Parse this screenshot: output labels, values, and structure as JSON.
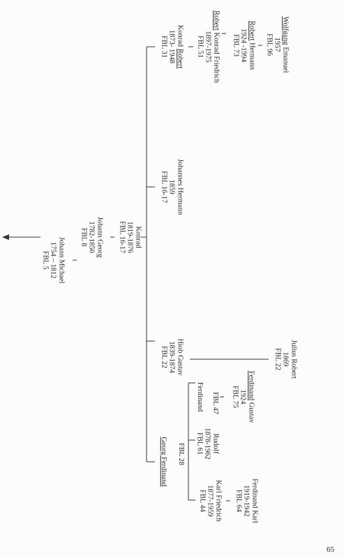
{
  "people": {
    "johann_michael": {
      "name": "Johann Michael",
      "years": "1754 – 1812",
      "ref": "FBL 5"
    },
    "johann_georg": {
      "name": "Johann Georg",
      "years": "1782-1850",
      "ref": "FBL 8"
    },
    "konrad": {
      "name": "Konrad",
      "years": "1819-1876",
      "ref": "FBL 16-17"
    },
    "konrad_robert": {
      "given": "Konrad ",
      "surname": "Robert",
      "years": "1873- 1948",
      "ref": "FBL 31"
    },
    "robert_konrad_friedrich": {
      "given": "Robert",
      "rest": " Konrad Friedrich",
      "years": "1897-1975",
      "ref": "FBL 51"
    },
    "robert_hermann": {
      "given": "Robert",
      "rest": " Hermann",
      "years": "1924 -1994",
      "ref": "FBL 73"
    },
    "wolfgang_emanuel": {
      "given": "Wolfgang",
      "rest": " Emanuel",
      "years": "1957",
      "ref": "FBL 96"
    },
    "johannes_hermann": {
      "name": "Johannes Hermann",
      "years": "1859",
      "ref": "FBL 16-17"
    },
    "hiob_gustav": {
      "name": "Hiob Gustav",
      "years": "1839-1874",
      "ref": "FBL 22"
    },
    "julius_robert": {
      "name": "Julius Robert",
      "years": "1869",
      "ref": "FBL 22"
    },
    "ferdinand": {
      "name": "Ferdinand",
      "ref": "FBL 47"
    },
    "ferdinand_gustav": {
      "given": "Ferdinand",
      "rest": " Gustav",
      "years": "1924",
      "ref": "FBL 75"
    },
    "georg_ferdinand": {
      "name": "Georg Ferdinand",
      "ref": "FBL 28"
    },
    "rudolf": {
      "name": "Rudolf",
      "years": "1878-1962",
      "ref": "FBL 61"
    },
    "karl_friedrich": {
      "name": "Karl Friedrich",
      "years": "1877-1959",
      "ref": "FBL 44"
    },
    "ferdinand_karl": {
      "name": "Ferdinand Karl",
      "years": "1919-1942",
      "ref": "FBL 64"
    }
  },
  "page_number": "65"
}
